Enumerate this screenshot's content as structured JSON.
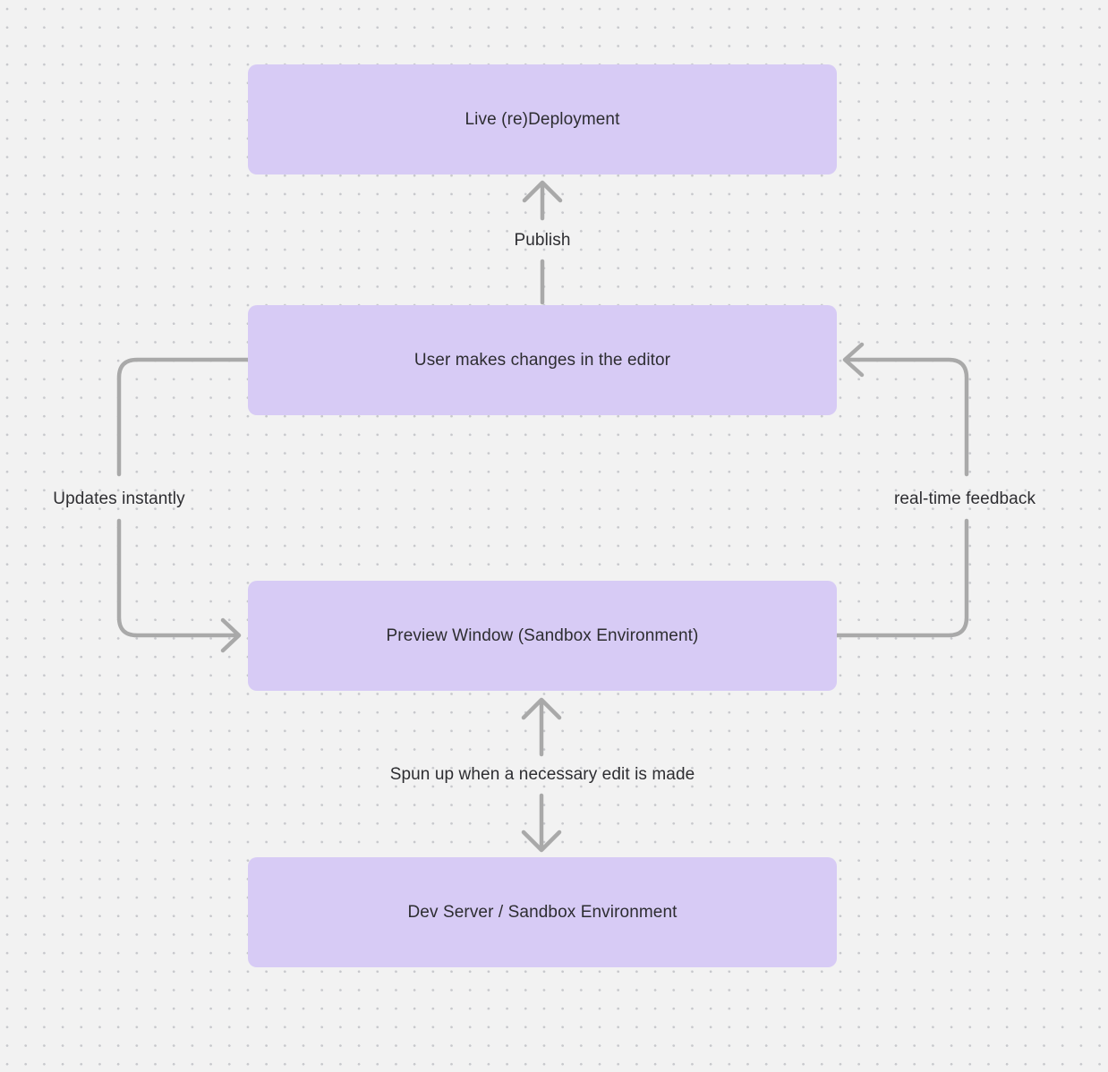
{
  "diagram": {
    "type": "flowchart",
    "background_color": "#f2f2f2",
    "dot_grid_color": "#c7c8cc",
    "node_fill_color": "#d7cbf5",
    "node_text_color": "#2d2d31",
    "arrow_color": "#a9a9a9",
    "nodes": [
      {
        "id": "live-redeployment",
        "label": "Live (re)Deployment"
      },
      {
        "id": "user-changes",
        "label": "User makes changes in the editor"
      },
      {
        "id": "preview-window",
        "label": "Preview Window (Sandbox Environment)"
      },
      {
        "id": "dev-server",
        "label": "Dev Server / Sandbox Environment"
      }
    ],
    "edges": [
      {
        "id": "publish",
        "label": "Publish",
        "from": "user-changes",
        "to": "live-redeployment",
        "direction": "up"
      },
      {
        "id": "updates-instantly",
        "label": "Updates instantly",
        "from": "user-changes",
        "to": "preview-window",
        "direction": "left-loop-down"
      },
      {
        "id": "realtime-feedback",
        "label": "real-time feedback",
        "from": "preview-window",
        "to": "user-changes",
        "direction": "right-loop-up"
      },
      {
        "id": "spun-up",
        "label": "Spun up when a necessary edit is made",
        "from": "preview-window",
        "to": "dev-server",
        "direction": "bidirectional"
      }
    ]
  }
}
